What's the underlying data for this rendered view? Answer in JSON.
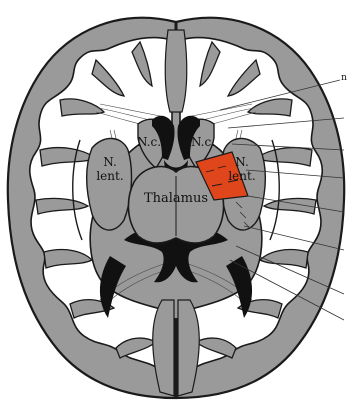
{
  "figure": {
    "labels": {
      "nc_left": "N.c.",
      "nc_right": "N.c.",
      "nlent_left_1": "N.",
      "nlent_left_2": "lent.",
      "nlent_right_1": "N.",
      "nlent_right_2": "lent.",
      "thalamus": "Thalamus",
      "edge_letter": "n"
    },
    "colors": {
      "cortex_gray": "#9a9a9a",
      "white_matter": "#ffffff",
      "outline": "#1a1a1a",
      "ventricle": "#111111",
      "highlight": "#e0461c"
    }
  }
}
